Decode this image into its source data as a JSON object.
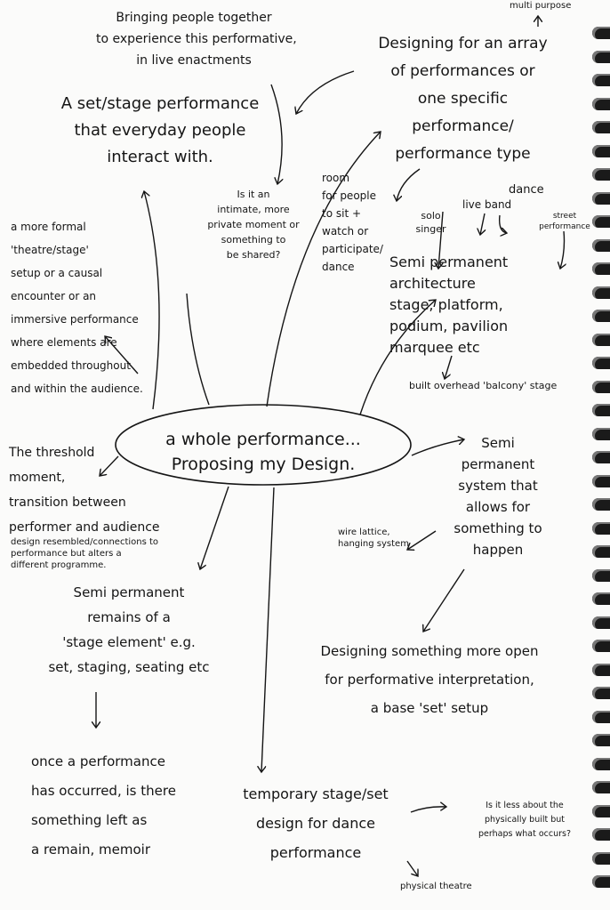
{
  "center": {
    "lines": [
      "a whole performance...",
      "Proposing my Design."
    ]
  },
  "notes": {
    "multi_purpose": [
      "multi purpose"
    ],
    "bringing_people": [
      "Bringing people together",
      "to experience this performative,",
      "in live enactments"
    ],
    "designing_array": [
      "Designing for an array",
      "of performances or",
      "one specific",
      "performance/",
      "performance type"
    ],
    "set_stage": [
      "A set/stage performance",
      "that everyday people",
      "interact with."
    ],
    "intimate": [
      "Is it an",
      "intimate, more",
      "private moment or",
      "something to",
      "be shared?"
    ],
    "room_for_people": [
      "room",
      "for people",
      "to sit +",
      "watch or",
      "participate/",
      "dance"
    ],
    "solo_singer": [
      "solo",
      "singer"
    ],
    "live_band": [
      "live band"
    ],
    "dance": [
      "dance"
    ],
    "street": [
      "street",
      "performance"
    ],
    "semi_perm_arch": [
      "Semi permanent",
      "architecture",
      "stage, platform,",
      "podium, pavilion",
      "marquee etc"
    ],
    "balcony": [
      "built overhead 'balcony' stage"
    ],
    "formal_theatre": [
      "a more formal",
      "'theatre/stage'",
      "setup or a causal",
      "encounter or an",
      "immersive performance",
      "where elements are",
      "embedded throughout",
      "and within the audience."
    ],
    "threshold": [
      "The threshold",
      "moment,",
      "transition between",
      "performer and audience"
    ],
    "threshold_detail": [
      "design resembled/connections to",
      "performance but alters a",
      "different programme."
    ],
    "semi_perm_system": [
      "Semi",
      "permanent",
      "system that",
      "allows for",
      "something to",
      "happen"
    ],
    "wire_lattice": [
      "wire lattice,",
      "hanging system"
    ],
    "semi_perm_remains": [
      "Semi permanent",
      "remains of a",
      "'stage element' e.g.",
      "set, staging, seating etc"
    ],
    "once_performance": [
      "once a performance",
      "has occurred, is there",
      "something left as",
      "a remain, memoir"
    ],
    "designing_open": [
      "Designing something more open",
      "for performative interpretation,",
      "a base 'set' setup"
    ],
    "temporary_stage": [
      "temporary stage/set",
      "design for dance",
      "performance"
    ],
    "less_about": [
      "Is it less about the",
      "physically built but",
      "perhaps what occurs?"
    ],
    "physical_theatre": [
      "physical theatre"
    ]
  }
}
